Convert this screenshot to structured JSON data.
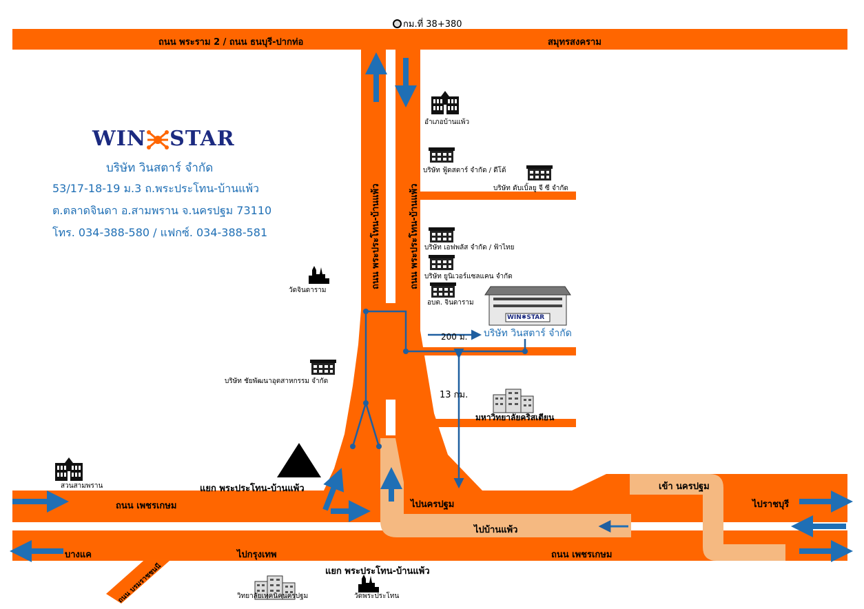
{
  "colors": {
    "road": "#ff6600",
    "light_road": "#f5b981",
    "arrow": "#1f6fb5",
    "route": "#1f5fa0",
    "logo": "#1b2a80",
    "text_blue": "#1f6fb5"
  },
  "logo": {
    "left": "WIN",
    "right": "STAR"
  },
  "company": {
    "name": "บริษัท วินสตาร์ จำกัด",
    "address1": "53/17-18-19  ม.3 ถ.พระประโทน-บ้านแพ้ว",
    "address2": "ต.ตลาดจินดา อ.สามพราน จ.นครปฐม 73110",
    "phone": "โทร. 034-388-580 / แฟกซ์. 034-388-581"
  },
  "km_marker": "กม.ที่ 38+380",
  "roads": {
    "top_left": "ถนน พระราม 2 / ถนน ธนบุรี-ปากท่อ",
    "top_right": "สมุทรสงคราม",
    "vertical_left": "ถนน พระประโทน-บ้านแพ้ว",
    "vertical_right": "ถนน พระประโทน-บ้านแพ้ว",
    "petchkasem_upper": "ถนน เพชรเกษม",
    "petchkasem_lower": "ถนน เพชรเกษม",
    "to_nakhon_pathom": "ไปนครปฐม",
    "to_ban_phaeo": "ไปบ้านแพ้ว",
    "enter_nakhon_pathom": "เข้า นครปฐม",
    "to_ratchaburi": "ไปราชบุรี",
    "to_bangkok": "ไปกรุงเทพ",
    "bang_khae": "บางแค",
    "borommaratchachonnani": "ถนน บรมราชชนนี"
  },
  "junction_upper": "แยก พระประโทน-บ้านแพ้ว",
  "junction_lower": "แยก พระประโทน-บ้านแพ้ว",
  "distances": {
    "d200": "200 ม.",
    "d13": "13 กม."
  },
  "landmarks": {
    "district_office": "อำเภอบ้านแพ้ว",
    "foodstar": "บริษัท ฟู้ดสตาร์ จำกัด / ดีโด้",
    "wgc": "บริษัท ดับเบิ้ลยู จี ซี จำกัด",
    "fplus": "บริษัท เอฟพลัส จำกัด / ฟ้าไทย",
    "universal": "บริษัท ยูนิเวอร์แซลแคน จำกัด",
    "sao": "อบต. จินดาราม",
    "winstar_bldg": "บริษัท วินสตาร์ จำกัด",
    "winstar_sign": "WIN✱STAR",
    "wat_chindaram": "วัดจินดาราม",
    "chaiphat": "บริษัท ชัยพัฒนาอุตสาหกรรม จำกัด",
    "christian_univ": "มหาวิทยาลัยคริสเตียน",
    "suan_sampran": "สวนสามพราน",
    "tech_college": "วิทยาลัยเทคนิคนครปฐม",
    "wat_phra_prathon": "วัดพระประโทน"
  }
}
